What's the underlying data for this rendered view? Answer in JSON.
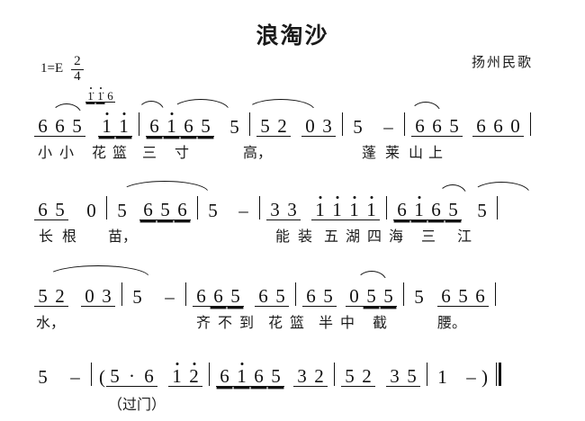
{
  "header": {
    "title": "浪淘沙",
    "key_label": "1=E",
    "time_numerator": "2",
    "time_denominator": "4",
    "attribution": "扬州民歌"
  },
  "glyphs": {
    "dash": "–",
    "dot": "·",
    "open_paren": "(",
    "close_paren": ")"
  },
  "systems": [
    {
      "id": "system-1",
      "notes": "6 6 5  1̇ 1̇ | 6 1̇ 6 5  5 | 5 2  0 3 | 5  – | 6 6 5  6 6 0 |",
      "grace": [
        "1̇",
        "1̇",
        "6"
      ],
      "lyrics": [
        "小",
        "小",
        "花",
        "篮",
        "三",
        "寸",
        "高，",
        "蓬",
        "莱",
        "山",
        "上"
      ]
    },
    {
      "id": "system-2",
      "notes": "6 5  0 | 5  6 5 6 | 5  – | 3 3  1̇ 1̇ 1̇ 1̇ | 6 1̇ 6 5  5 |",
      "grace": [],
      "lyrics": [
        "长",
        "根",
        "苗，",
        "能",
        "装",
        "五",
        "湖",
        "四",
        "海",
        "三",
        "江"
      ]
    },
    {
      "id": "system-3",
      "notes": "5 2  0 3 | 5  – | 6 6 5  6 5 | 6 5  0 5 5 | 5  6 5 6 |",
      "grace": [],
      "lyrics": [
        "水，",
        "齐",
        "不",
        "到",
        "花",
        "篮",
        "半",
        "中",
        "截",
        "腰。"
      ]
    },
    {
      "id": "system-4",
      "notes": "5  – | (5 · 6  1̇ 2̇ | 6 1̇ 6 5  3 2 | 5 2  3 5 | 1 –) ‖",
      "grace": [],
      "lyrics": [
        "（过门）"
      ]
    }
  ]
}
